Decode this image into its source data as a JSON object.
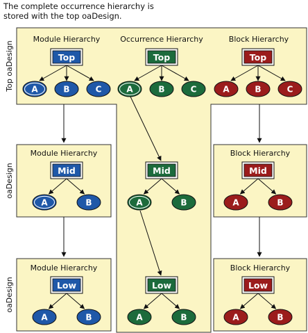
{
  "caption": {
    "line1": "The complete occurrence hierarchy is",
    "line2": "stored with the top oaDesign."
  },
  "row_labels": {
    "top": "Top oaDesign",
    "mid": "oaDesign",
    "low": "oaDesign"
  },
  "columns": {
    "module": "Module Hierarchy",
    "occurrence": "Occurrence Hierarchy",
    "block": "Block Hierarchy"
  },
  "box_titles": {
    "module_mid": "Module Hierarchy",
    "module_low": "Module Hierarchy",
    "block_mid": "Block Hierarchy",
    "block_low": "Block Hierarchy"
  },
  "cells": {
    "top": "Top",
    "mid": "Mid",
    "low": "Low"
  },
  "nodes": {
    "a": "A",
    "b": "B",
    "c": "C"
  },
  "colors": {
    "module": "#1f58a8",
    "occurrence": "#1c6b3c",
    "block": "#9b1c1c",
    "panel": "#fbf5c4",
    "panel_border": "#333333"
  }
}
